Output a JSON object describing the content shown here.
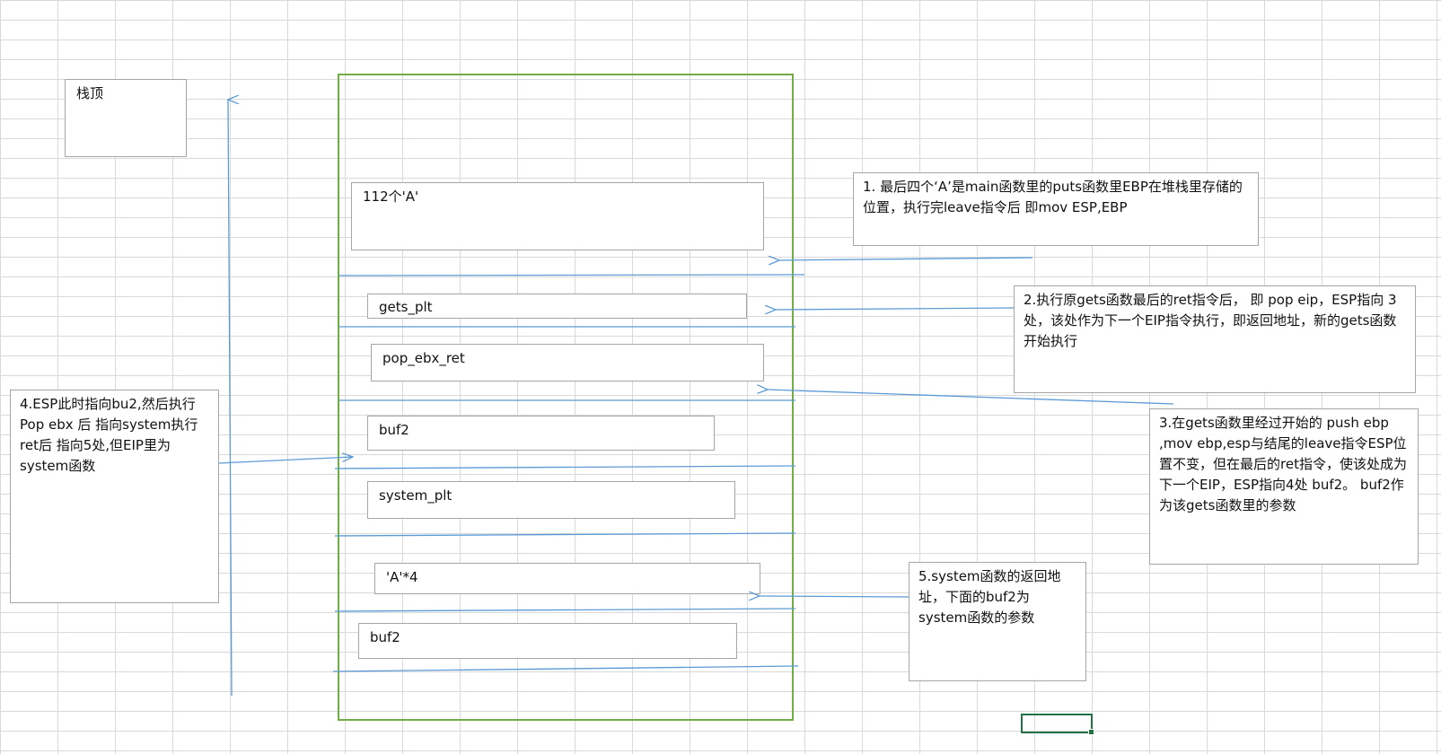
{
  "top_label": "栈顶",
  "slots": {
    "a112": "112个'A'",
    "gets_plt": "gets_plt",
    "pop_ebx_ret": "pop_ebx_ret",
    "buf2_first": "buf2",
    "system_plt": "system_plt",
    "a4": "'A'*4",
    "buf2_second": "buf2"
  },
  "notes": {
    "note1": "1. 最后四个‘A’是main函数里的puts函数里EBP在堆栈里存储的位置，执行完leave指令后 即mov ESP,EBP",
    "note2": "2.执行原gets函数最后的ret指令后， 即 pop eip，ESP指向 3处，该处作为下一个EIP指令执行，即返回地址，新的gets函数开始执行",
    "note3": "3.在gets函数里经过开始的 push ebp ,mov ebp,esp与结尾的leave指令ESP位置不变，但在最后的ret指令，使该处成为下一个EIP，ESP指向4处 buf2。 buf2作为该gets函数里的参数",
    "note4": "4.ESP此时指向bu2,然后执行Pop ebx 后 指向system执行ret后 指向5处,但EIP里为system函数",
    "note5": "5.system函数的返回地址，下面的buf2为system函数的参数"
  },
  "colors": {
    "arrow": "#5b9bd5",
    "stack_border": "#70ad47",
    "selection": "#217346",
    "gridline": "#d9d9d9"
  }
}
